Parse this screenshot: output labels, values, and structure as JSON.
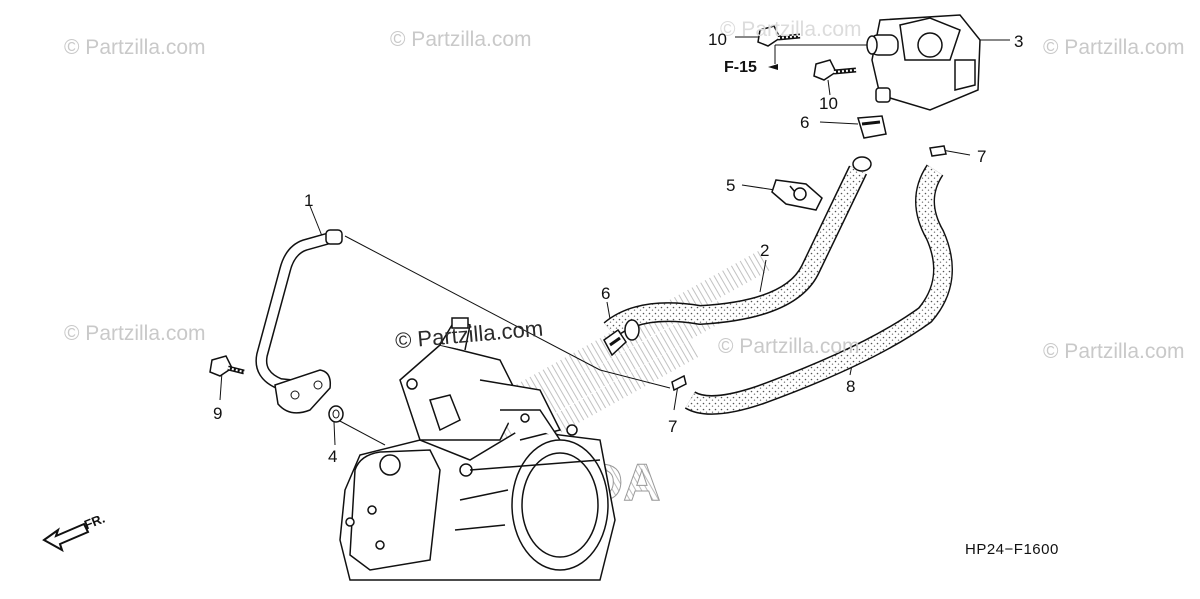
{
  "watermarks": [
    "© Partzilla.com",
    "© Partzilla.com",
    "© Partzilla.com",
    "© Partzilla.com",
    "© Partzilla.com",
    "© Partzilla.com",
    "© Partzilla.com",
    "© Partzilla.com"
  ],
  "callouts": {
    "p1": "1",
    "p2": "2",
    "p3": "3",
    "p4": "4",
    "p5": "5",
    "p6a": "6",
    "p6b": "6",
    "p7a": "7",
    "p7b": "7",
    "p8": "8",
    "p9": "9",
    "p10a": "10",
    "p10b": "10"
  },
  "reference": "F-15",
  "direction_label": "FR.",
  "brand_logo_text": "HONDA",
  "diagram_code": "HP24−F1600",
  "colors": {
    "ink": "#111111",
    "watermark": "#c9c9c9",
    "hose_dots": "#555555"
  }
}
